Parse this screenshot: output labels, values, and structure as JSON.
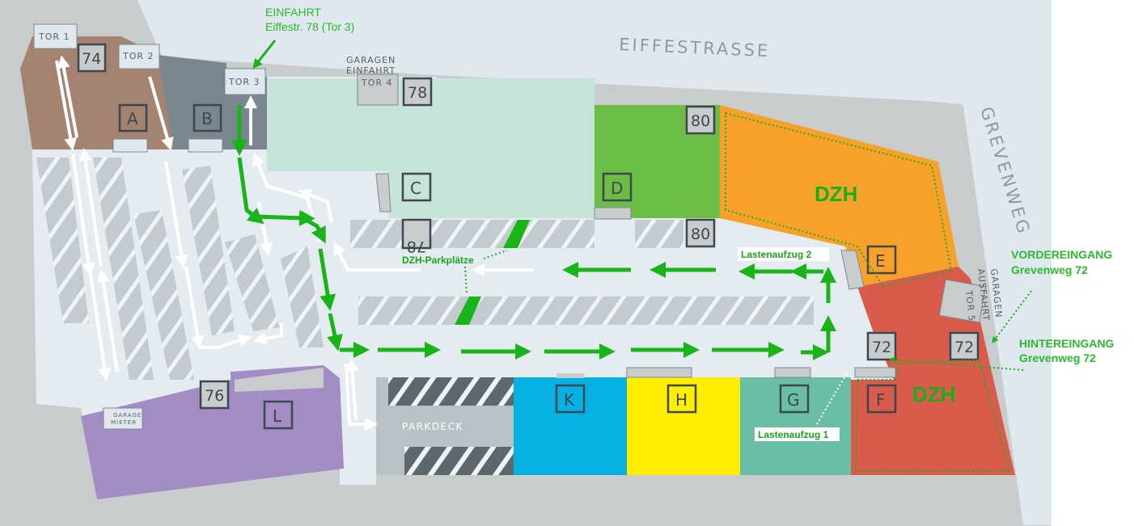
{
  "streets": {
    "eiffestrasse": "EIFFESTRASSE",
    "grevenweg": "GREVENWEG"
  },
  "gates": {
    "tor1": "TOR 1",
    "tor2": "TOR 2",
    "tor3": "TOR 3",
    "tor4": "TOR 4",
    "tor5": "TOR 5",
    "garagen_einfahrt_line1": "GARAGEN",
    "garagen_einfahrt_line2": "EINFAHRT",
    "garagen_ausfahrt_line1": "GARAGEN",
    "garagen_ausfahrt_line2": "AUSFAHRT",
    "garage_mieter_line1": "GARAGE",
    "garage_mieter_line2": "MIETER"
  },
  "buildings": {
    "A": "A",
    "B": "B",
    "C": "C",
    "D": "D",
    "E": "E",
    "F": "F",
    "G": "G",
    "H": "H",
    "K": "K",
    "L": "L"
  },
  "house_numbers": {
    "n74": "74",
    "n78": "78",
    "n78_rotated": "78",
    "n80_top": "80",
    "n80_bottom": "80",
    "n72_left": "72",
    "n72_right": "72",
    "n76": "76"
  },
  "labels": {
    "parkdeck": "PARKDECK",
    "dzh_top": "DZH",
    "dzh_bottom": "DZH",
    "dzh_parkplaetze": "DZH-Parkplätze",
    "lastenaufzug_1": "Lastenaufzug 1",
    "lastenaufzug_2": "Lastenaufzug 2"
  },
  "callouts": {
    "einfahrt_title": "EINFAHRT",
    "einfahrt_address": "Eiffestr. 78 (Tor 3)",
    "vordereingang_title": "VORDEREINGANG",
    "vordereingang_address": "Grevenweg 72",
    "hintereingang_title": "HINTEREINGANG",
    "hintereingang_address": "Grevenweg 72"
  },
  "colors": {
    "street": "#dfe8ee",
    "ground": "#e5ecf1",
    "building_a": "#a48471",
    "building_b": "#7b8790",
    "building_c": "#c5e3d6",
    "building_d": "#6cbd45",
    "dzh_orange": "#f7a12a",
    "dzh_red": "#d95b4c",
    "building_k": "#05b0e2",
    "building_h": "#ffee00",
    "building_g": "#6abea6",
    "building_l": "#a48cc4",
    "route_green": "#18b418"
  }
}
